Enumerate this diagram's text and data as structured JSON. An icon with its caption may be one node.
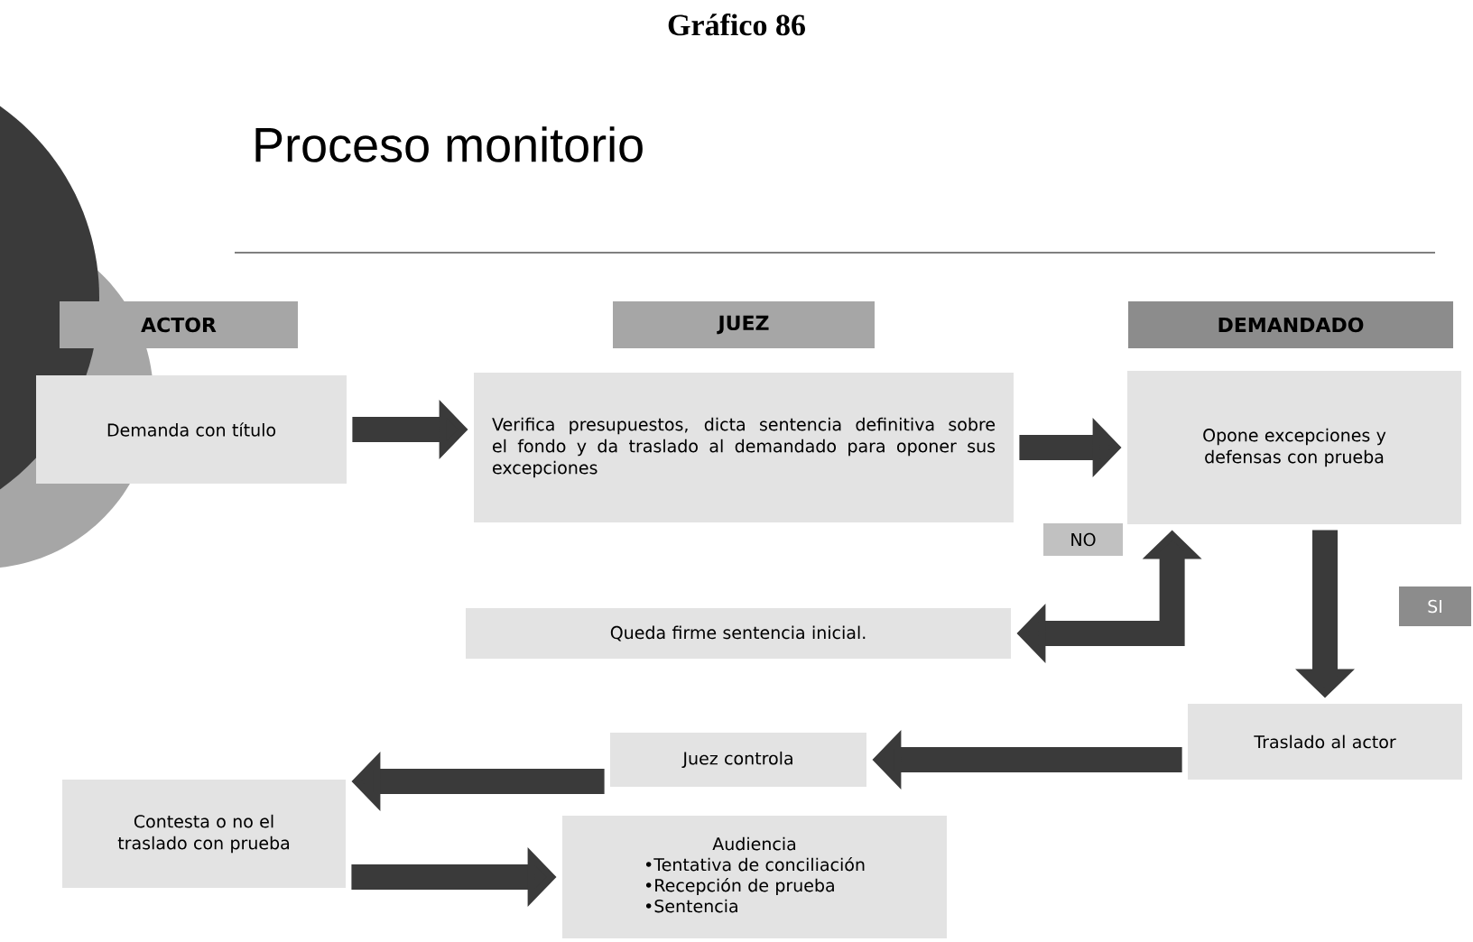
{
  "diagram": {
    "title": "Gráfico 86",
    "nodes": [
      {
        "text": [
          "ACTOR"
        ]
      },
      {
        "text": [
          "JUEZ"
        ]
      },
      {
        "text": [
          "DEMANDADO"
        ]
      },
      {
        "text": [
          "Demanda con título"
        ]
      },
      {
        "text": [
          "Verifica presupuestos, dicta sentencia definitiva sobre el fondo y da traslado al demandado para oponer sus excepciones"
        ]
      },
      {
        "text": [
          "Opone excepciones y defensas con prueba"
        ]
      },
      {
        "text": [
          "NO"
        ]
      },
      {
        "text": [
          "SI"
        ]
      },
      {
        "text": [
          "Queda firme sentencia inicial."
        ]
      },
      {
        "text": [
          "Traslado al actor"
        ]
      },
      {
        "text": [
          "Juez controla"
        ]
      },
      {
        "text": [
          "Contesta o no el traslado con prueba"
        ]
      },
      {
        "text": [
          "Audiencia",
          "•Tentativa de conciliación",
          "•Recepción de prueba",
          "•Sentencia"
        ]
      }
    ],
    "edges": [
      {
        "from": 3,
        "to": 4,
        "arrow": "to"
      },
      {
        "from": 4,
        "to": 5,
        "arrow": "to"
      },
      {
        "from": 5,
        "to": 8,
        "arrow": "both"
      },
      {
        "from": 5,
        "to": 9,
        "arrow": "to"
      },
      {
        "from": 9,
        "to": 10,
        "arrow": "to"
      },
      {
        "from": 10,
        "to": 11,
        "arrow": "to"
      },
      {
        "from": 11,
        "to": 12,
        "arrow": "to"
      }
    ],
    "labels": [
      "Proceso monitorio"
    ]
  }
}
